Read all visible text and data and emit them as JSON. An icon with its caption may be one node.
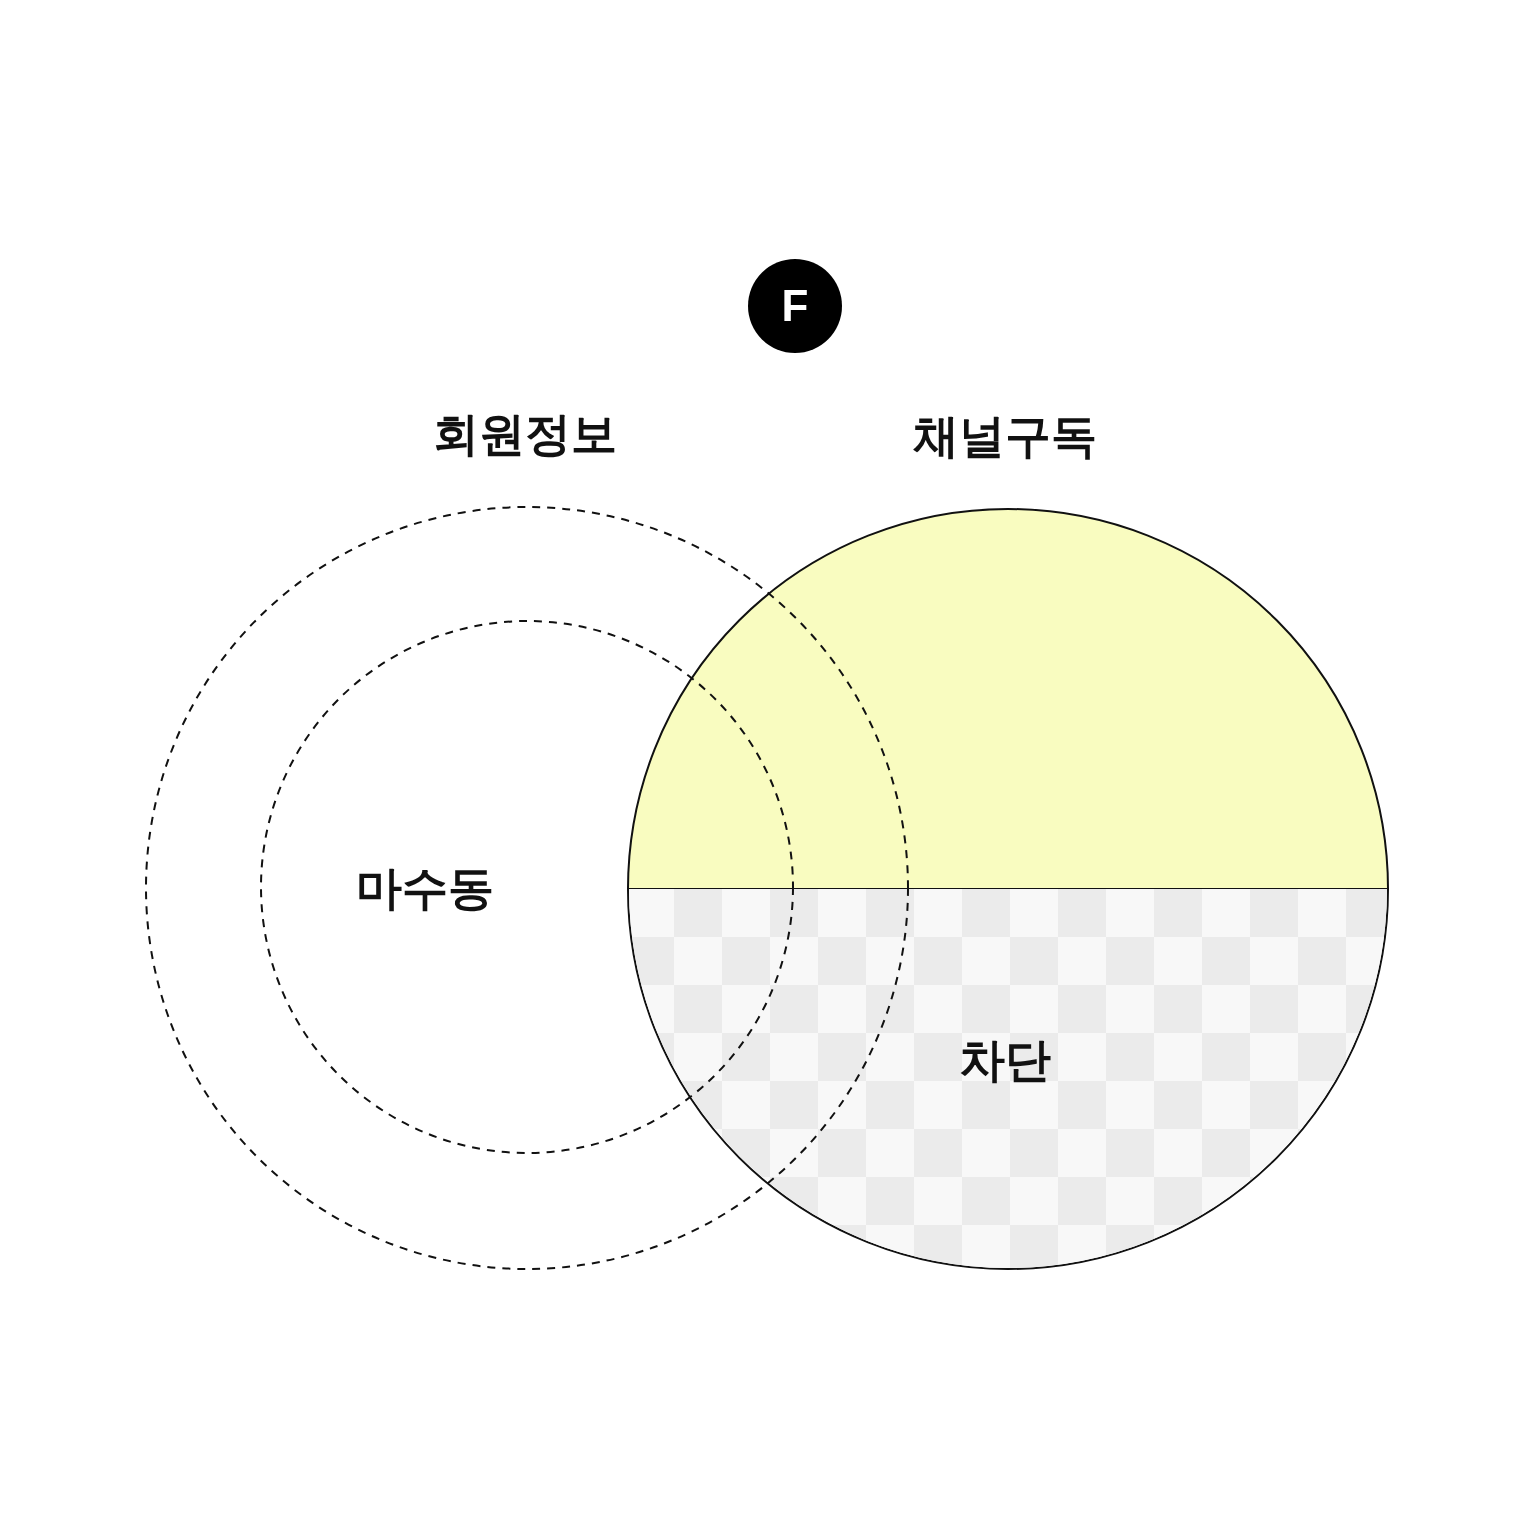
{
  "diagram": {
    "nodes": [
      {
        "text": [
          "F"
        ]
      },
      {
        "text": [
          "회원정보"
        ]
      },
      {
        "text": [
          "마수동"
        ],
        "in": 1
      },
      {
        "text": [
          "채널구독"
        ]
      },
      {
        "text": [
          "차단"
        ],
        "in": 3
      }
    ]
  }
}
